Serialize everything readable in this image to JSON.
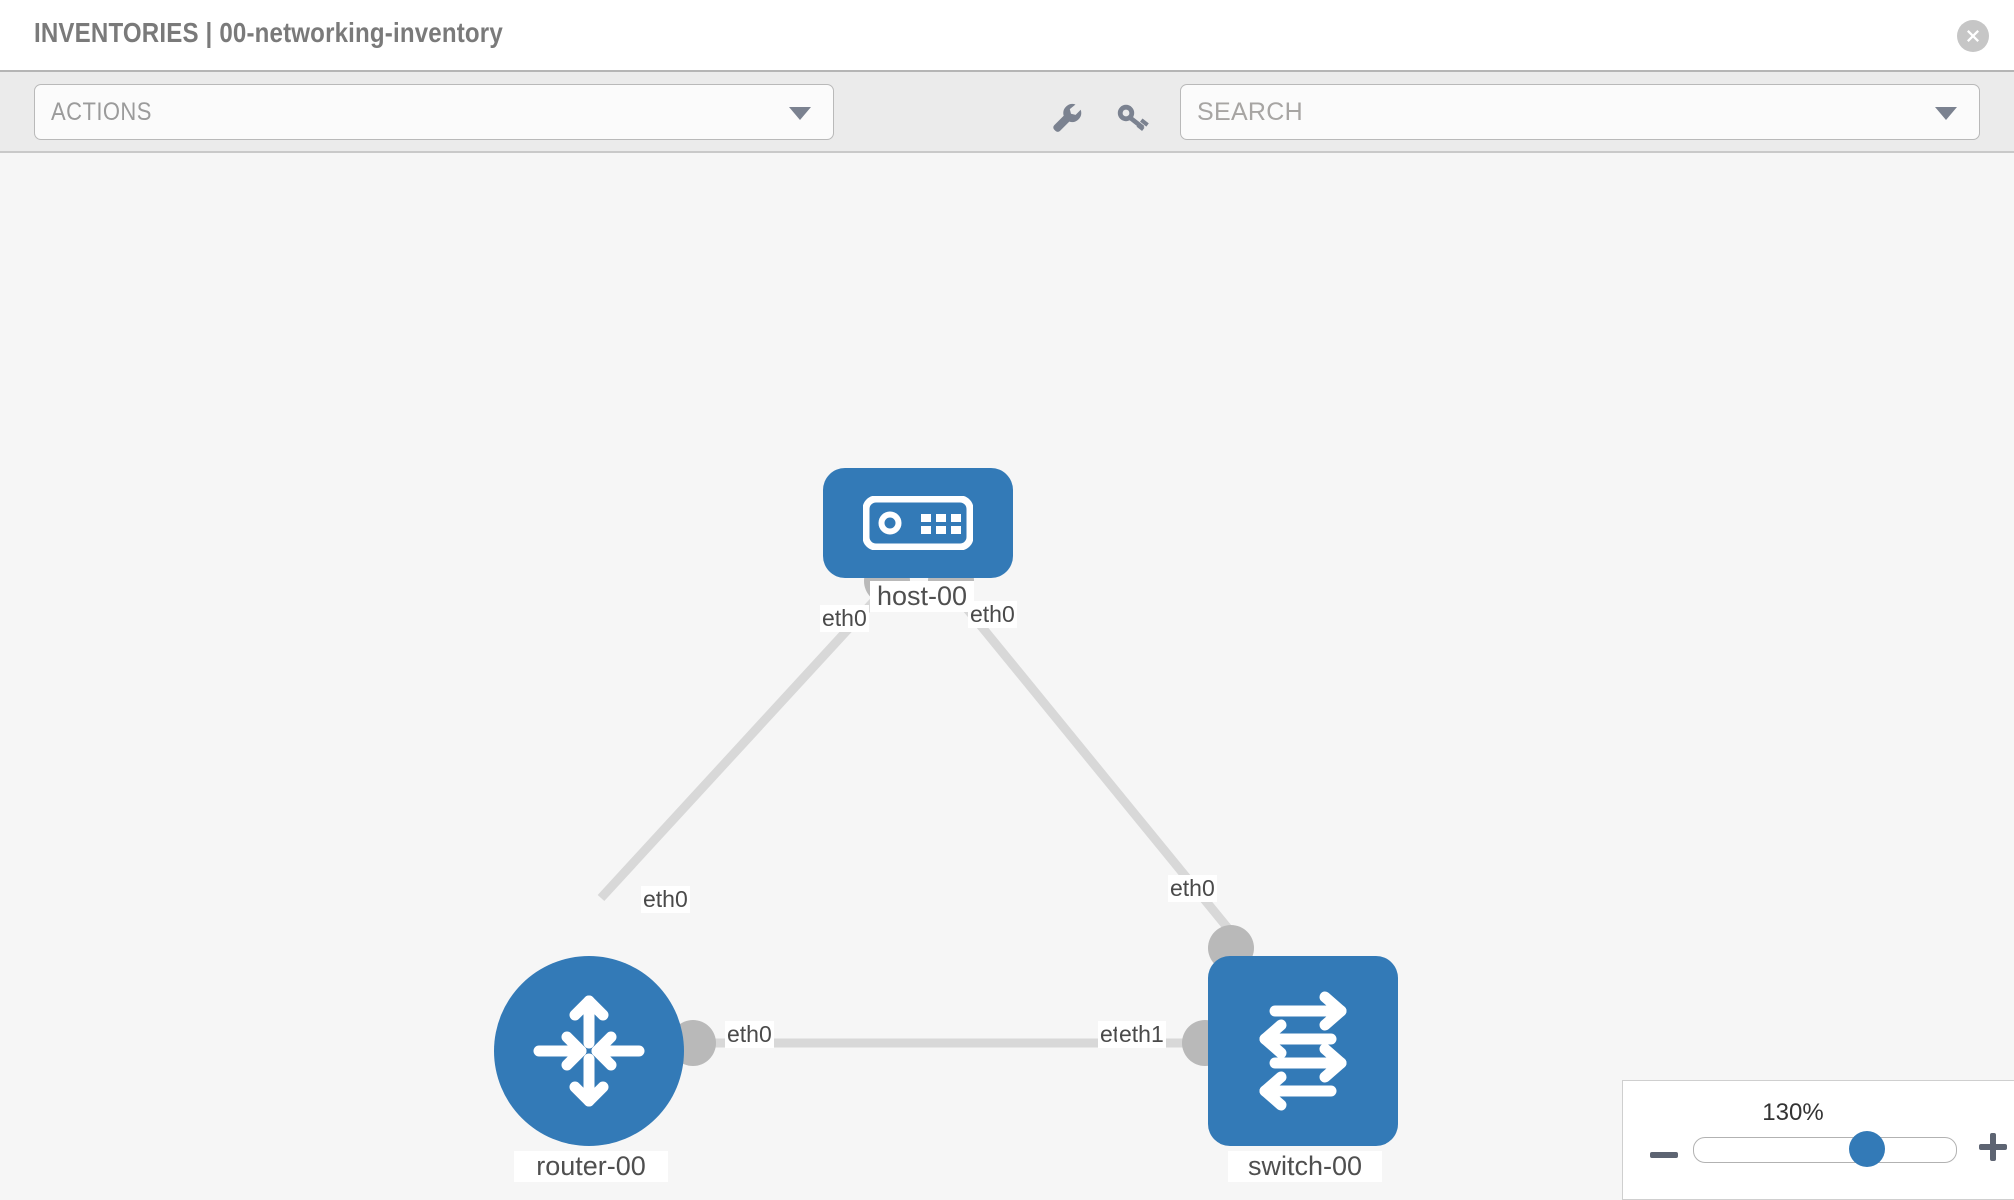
{
  "header": {
    "title": "INVENTORIES | 00-networking-inventory",
    "close_icon": "close-circle-icon"
  },
  "toolbar": {
    "actions_label": "ACTIONS",
    "actions_caret_icon": "chevron-down-icon",
    "wrench_icon": "wrench-icon",
    "key_icon": "key-icon",
    "search_placeholder": "SEARCH",
    "search_value": "",
    "search_caret_icon": "chevron-down-icon"
  },
  "topology": {
    "nodes": [
      {
        "id": "host-00",
        "label": "host-00",
        "type": "host",
        "icon": "server-icon",
        "shape": "rounded",
        "color": "#337ab7"
      },
      {
        "id": "router-00",
        "label": "router-00",
        "type": "router",
        "icon": "router-icon",
        "shape": "circle",
        "color": "#337ab7"
      },
      {
        "id": "switch-00",
        "label": "switch-00",
        "type": "switch",
        "icon": "switch-icon",
        "shape": "rounded",
        "color": "#337ab7"
      }
    ],
    "links": [
      {
        "source": "host-00",
        "target": "router-00",
        "source_interface": "eth0",
        "target_interface": "eth0"
      },
      {
        "source": "host-00",
        "target": "switch-00",
        "source_interface": "eth0",
        "target_interface": "eth0"
      },
      {
        "source": "router-00",
        "target": "switch-00",
        "source_interface": "eth0",
        "target_interface": "eth1"
      }
    ],
    "edge_labels": {
      "host_left": "eth0",
      "host_right": "eth0",
      "router_up": "eth0",
      "switch_up": "eth0",
      "router_right": "eth0",
      "switch_left_hidden": "eth",
      "switch_left": "eth1"
    },
    "link_color": "#d8d8d8",
    "endpoint_color": "#b9b9b9"
  },
  "zoom": {
    "percent": "130%",
    "minus_label": "—",
    "plus_label": "+",
    "value": 130,
    "thumb_position_pct": 65
  }
}
